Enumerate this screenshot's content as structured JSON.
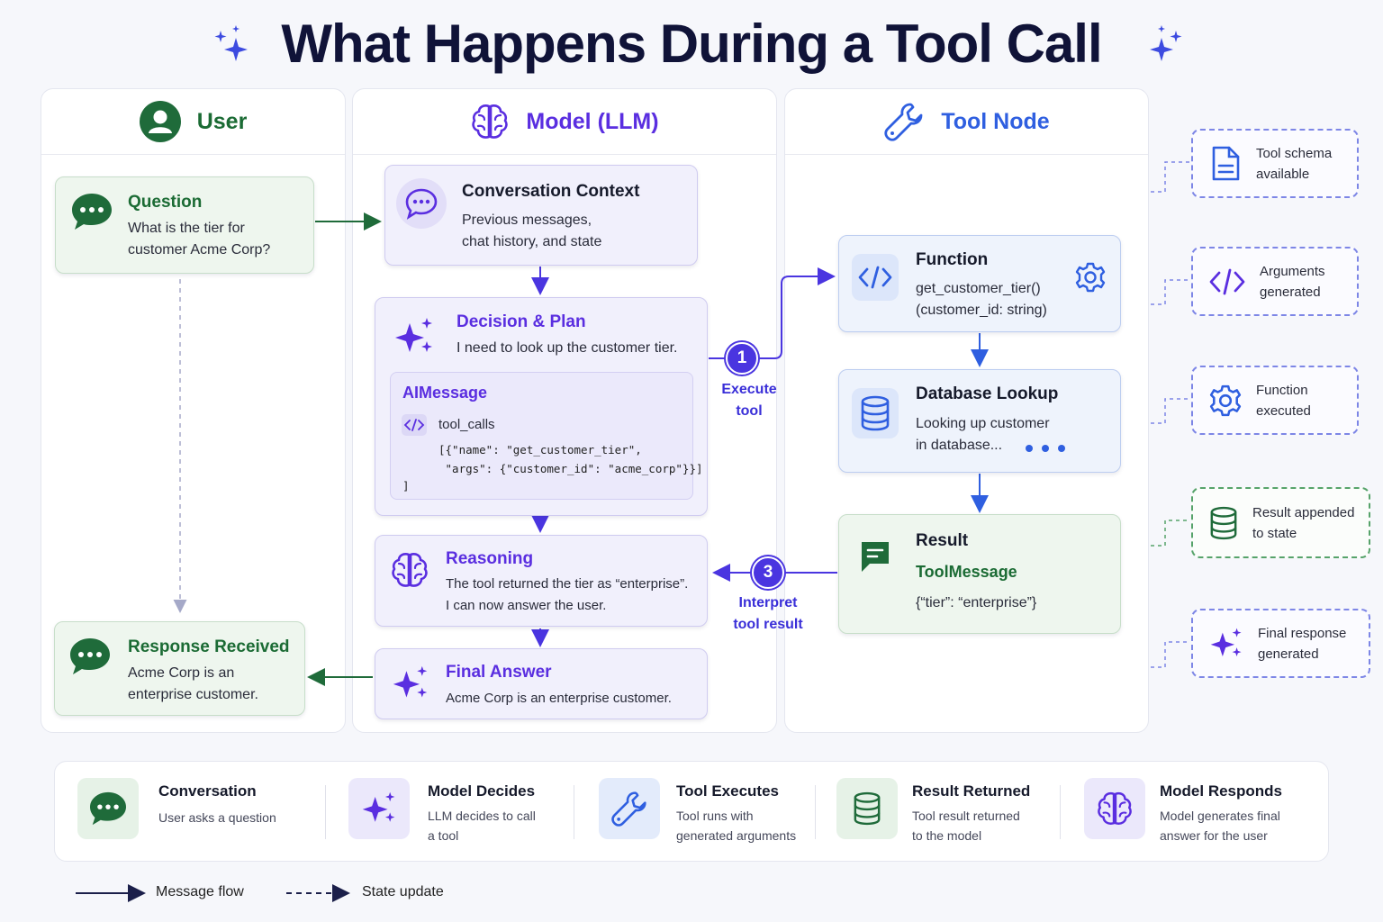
{
  "title": "What Happens During a Tool Call",
  "columns": {
    "user": "User",
    "model": "Model (LLM)",
    "tool": "Tool Node"
  },
  "user": {
    "question": {
      "title": "Question",
      "text_line1": "What is the tier for",
      "text_line2": "customer Acme Corp?"
    },
    "response": {
      "title": "Response Received",
      "text_line1": "Acme Corp is an",
      "text_line2": "enterprise customer."
    }
  },
  "model": {
    "context": {
      "title": "Conversation Context",
      "text_line1": "Previous messages,",
      "text_line2": "chat history, and state"
    },
    "decision": {
      "title": "Decision & Plan",
      "text": "I need to look up the customer tier.",
      "aimessage": {
        "title": "AIMessage",
        "tool_calls_label": "tool_calls",
        "code_line1": "[{\"name\": \"get_customer_tier\",",
        "code_line2": " \"args\": {\"customer_id\": \"acme_corp\"}}]",
        "code_line3": "]"
      }
    },
    "reasoning": {
      "title": "Reasoning",
      "text_line1": "The tool returned the tier as “enterprise”.",
      "text_line2": "I can now answer the user."
    },
    "final": {
      "title": "Final Answer",
      "text": "Acme Corp is an enterprise customer."
    }
  },
  "tool": {
    "function": {
      "title": "Function",
      "text_line1": "get_customer_tier()",
      "text_line2": "(customer_id: string)"
    },
    "database": {
      "title": "Database Lookup",
      "text_line1": "Looking up customer",
      "text_line2": "in database..."
    },
    "result": {
      "title": "Result",
      "subtitle": "ToolMessage",
      "text": "{“tier”: “enterprise”}"
    }
  },
  "steps": {
    "execute": {
      "number": "1",
      "label_line1": "Execute",
      "label_line2": "tool"
    },
    "interpret": {
      "number": "3",
      "label_line1": "Interpret",
      "label_line2": "tool result"
    }
  },
  "state_updates": [
    {
      "line1": "Tool schema",
      "line2": "available",
      "icon": "document-icon"
    },
    {
      "line1": "Arguments",
      "line2": "generated",
      "icon": "code-icon"
    },
    {
      "line1": "Function",
      "line2": "executed",
      "icon": "gear-icon"
    },
    {
      "line1": "Result appended",
      "line2": "to state",
      "icon": "database-icon"
    },
    {
      "line1": "Final response",
      "line2": "generated",
      "icon": "sparkle-icon"
    }
  ],
  "legend": [
    {
      "title": "Conversation",
      "line1": "User asks a question",
      "line2": ""
    },
    {
      "title": "Model Decides",
      "line1": "LLM decides to call",
      "line2": "a tool"
    },
    {
      "title": "Tool Executes",
      "line1": "Tool runs with",
      "line2": "generated arguments"
    },
    {
      "title": "Result Returned",
      "line1": "Tool result returned",
      "line2": "to the model"
    },
    {
      "title": "Model Responds",
      "line1": "Model generates final",
      "line2": "answer for the user"
    }
  ],
  "key": {
    "message_flow": "Message flow",
    "state_update": "State update"
  },
  "colors": {
    "green": "#1b6b34",
    "purple": "#5a2ee0",
    "blue": "#2f5fe0",
    "navy": "#101338"
  }
}
